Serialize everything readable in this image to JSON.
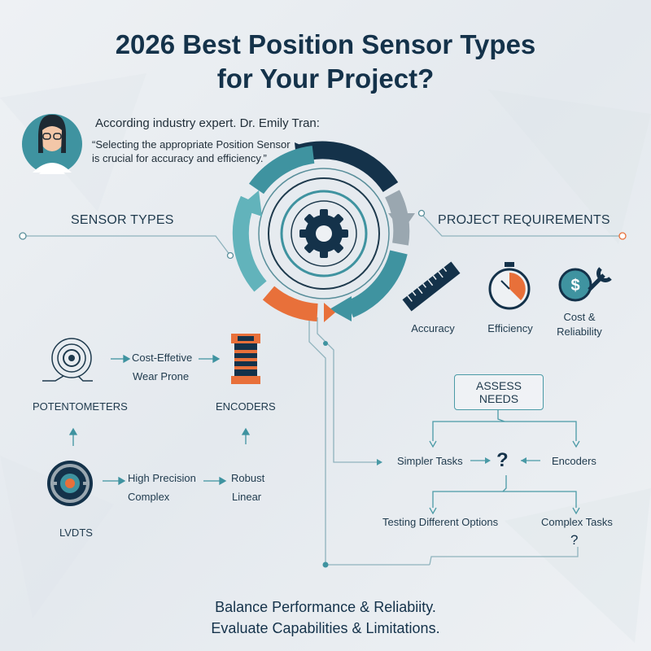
{
  "title": {
    "line1": "2026 Best Position Sensor Types",
    "line2": "for Your Project?"
  },
  "expert": {
    "intro": "According industry expert. Dr. Emily Tran:",
    "quote_line1": "“Selecting the appropriate Position Sensor",
    "quote_line2": "is crucial for accuracy and efficiency.”"
  },
  "sections": {
    "sensor_types": "SENSOR TYPES",
    "project_requirements": "PROJECT REQUIREMENTS"
  },
  "sensors": {
    "potentiometers": {
      "label": "POTENTOMETERS",
      "trait1": "Cost-Effetive",
      "trait2": "Wear Prone"
    },
    "encoders": {
      "label": "ENCODERS"
    },
    "lvdts": {
      "label": "LVDTS",
      "trait1": "High Precision",
      "trait2": "Complex",
      "trait3": "Robust",
      "trait4": "Linear"
    }
  },
  "requirements": {
    "accuracy": "Accuracy",
    "efficiency": "Efficiency",
    "cost_line1": "Cost &",
    "cost_line2": "Reliability"
  },
  "decision": {
    "assess_line1": "ASSESS",
    "assess_line2": "NEEDS",
    "simpler_tasks": "Simpler Tasks",
    "question_main": "?",
    "encoders": "Encoders",
    "testing": "Testing Different Options",
    "complex_tasks": "Complex Tasks",
    "question_small": "?"
  },
  "footer": {
    "line1": "Balance Performance & Reliabiity.",
    "line2": "Evaluate Capabilities & Limitations."
  },
  "colors": {
    "navy": "#14324a",
    "teal": "#3f93a0",
    "light_teal": "#62b3bb",
    "orange": "#e8703a",
    "gray": "#9aa7b0"
  }
}
